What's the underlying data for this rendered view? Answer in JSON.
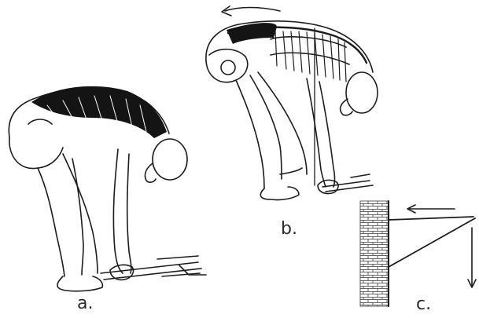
{
  "labels": {
    "a": "a.",
    "b": "b.",
    "c": "c."
  },
  "colors": {
    "ink": "#1c1c1c",
    "muscle": "#141414",
    "paper": "#ffffff"
  }
}
